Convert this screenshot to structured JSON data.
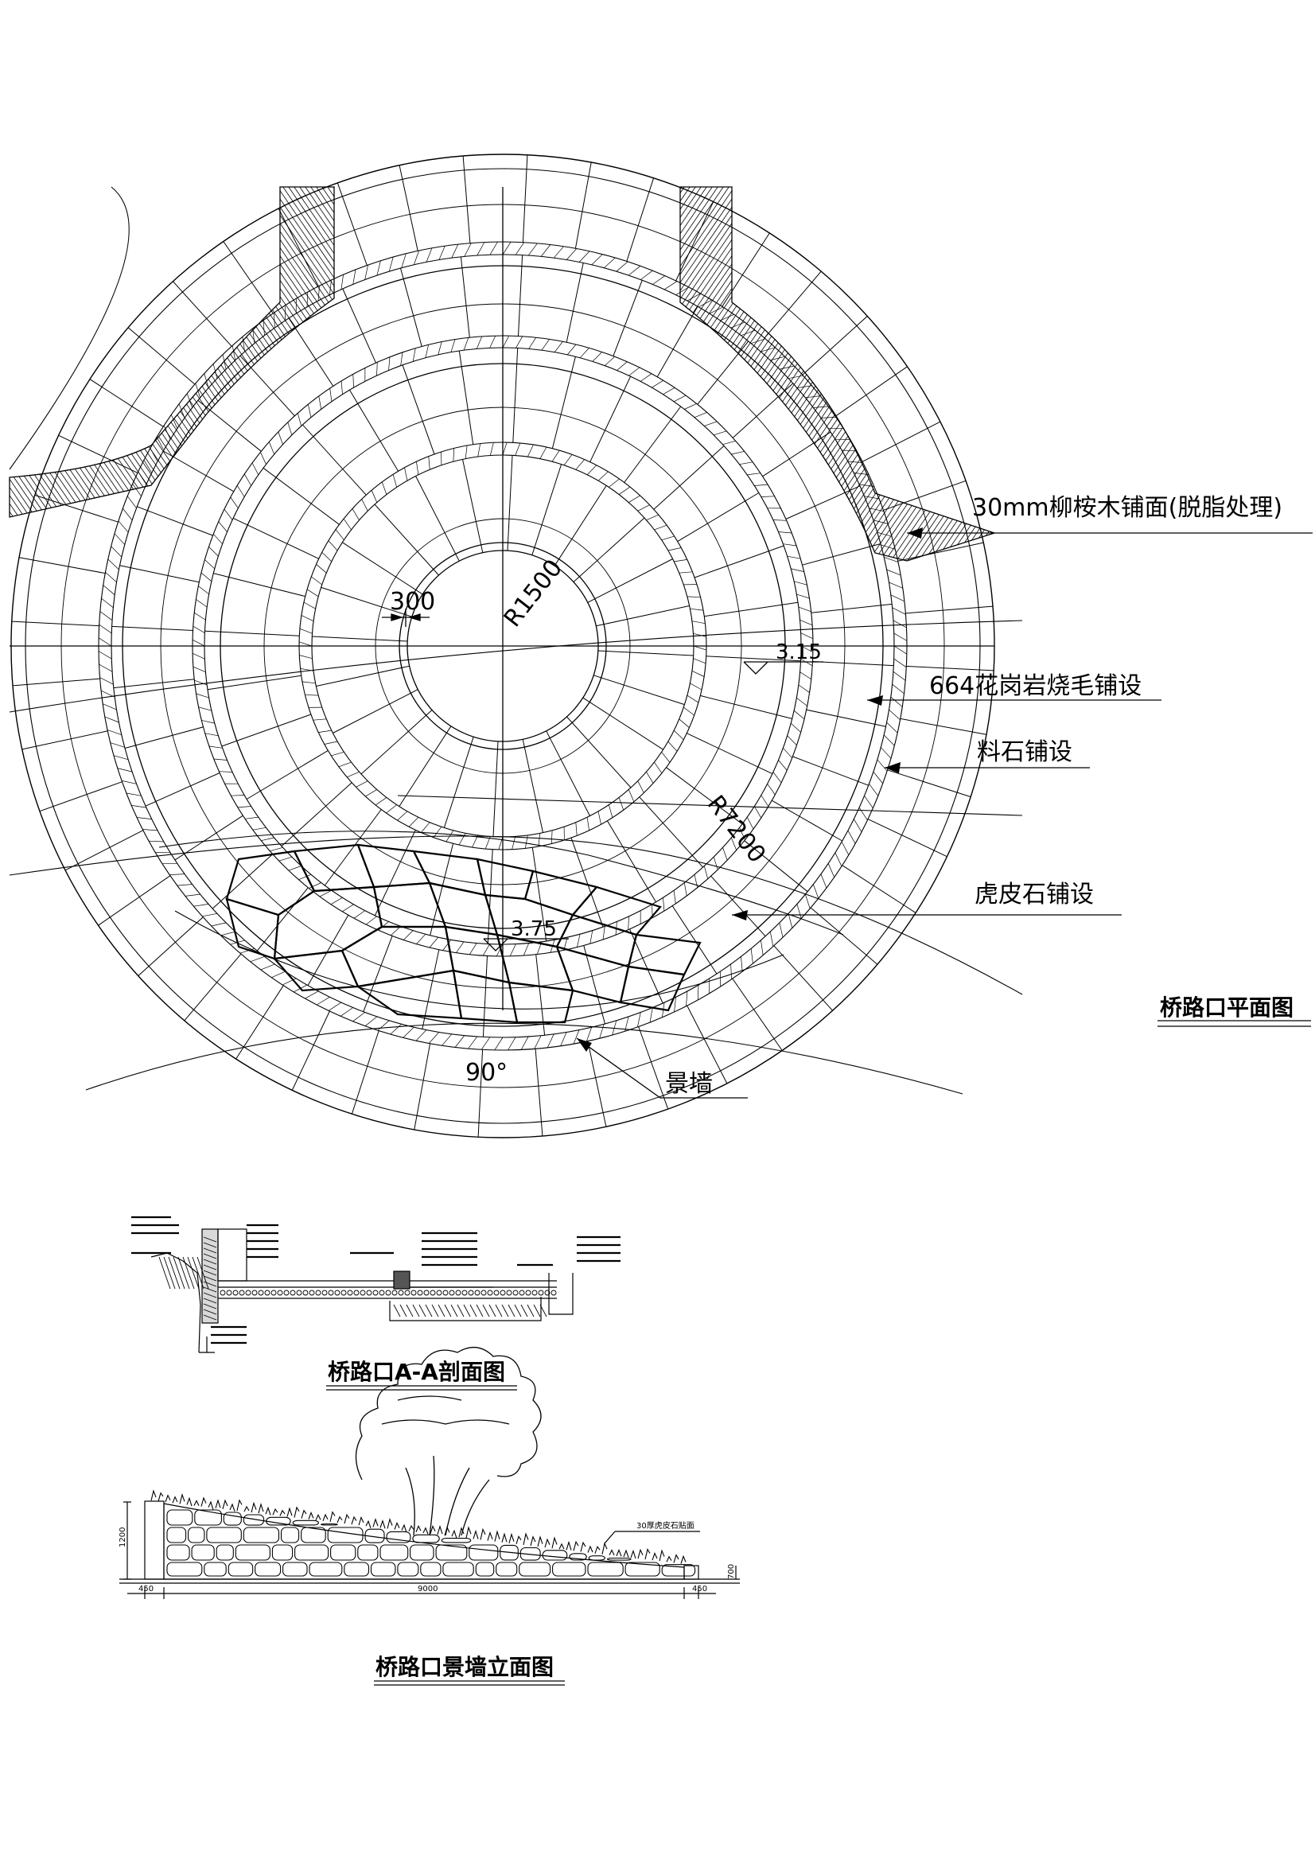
{
  "plan": {
    "title": "桥路口平面图",
    "dims": {
      "gap": "300",
      "r_inner": "R1500",
      "r_outer": "R7200",
      "level_1": "3.15",
      "level_2": "3.75",
      "angle": "90°"
    },
    "callouts": {
      "wood": "30mm柳桉木铺面(脱脂处理)",
      "granite": "664花岗岩烧毛铺设",
      "stone": "料石铺设",
      "tiger": "虎皮石铺设",
      "wall": "景墙"
    }
  },
  "section": {
    "title": "桥路口A-A剖面图"
  },
  "elevation": {
    "title": "桥路口景墙立面图",
    "note": "30厚虎皮石贴面",
    "dims": {
      "height": "1200",
      "left": "450",
      "span": "9000",
      "right": "450",
      "end_height": "700"
    }
  }
}
